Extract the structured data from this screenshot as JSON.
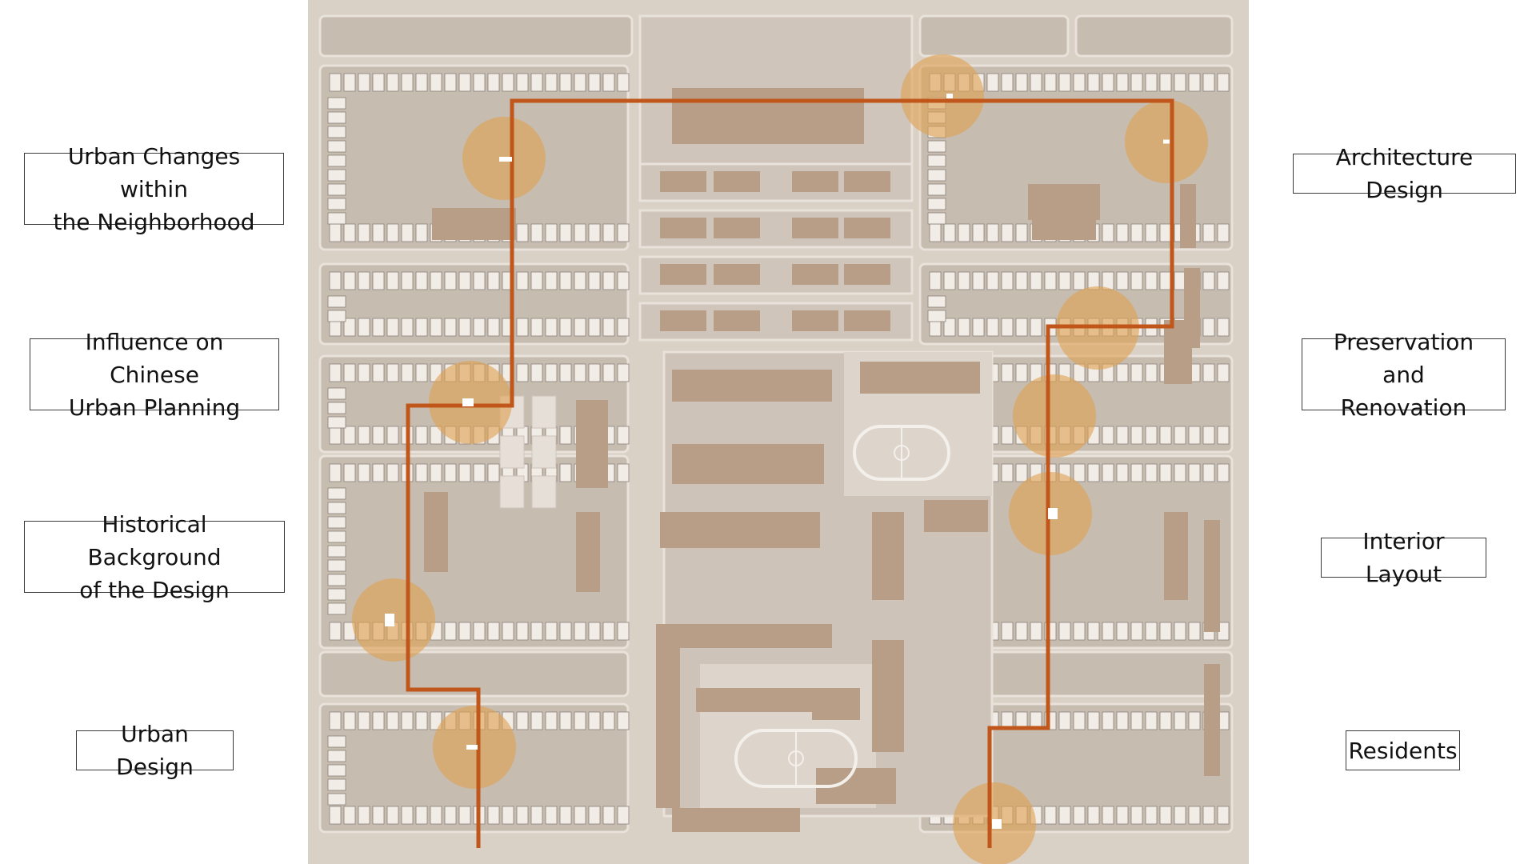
{
  "topics_left": [
    {
      "label": "Urban Changes within\nthe Neighborhood"
    },
    {
      "label": "Influence on Chinese\nUrban Planning"
    },
    {
      "label": "Historical Background\nof the Design"
    },
    {
      "label": "Urban Design"
    }
  ],
  "topics_right": [
    {
      "label": "Architecture Design"
    },
    {
      "label": "Preservation and\nRenovation"
    },
    {
      "label": "Interior Layout"
    },
    {
      "label": "Residents"
    }
  ],
  "colors": {
    "map_background": "#d9d0c6",
    "block": "#c6bcb0",
    "building": "#b89e86",
    "route": "#c0561a",
    "hotspot": "#e0a050"
  }
}
